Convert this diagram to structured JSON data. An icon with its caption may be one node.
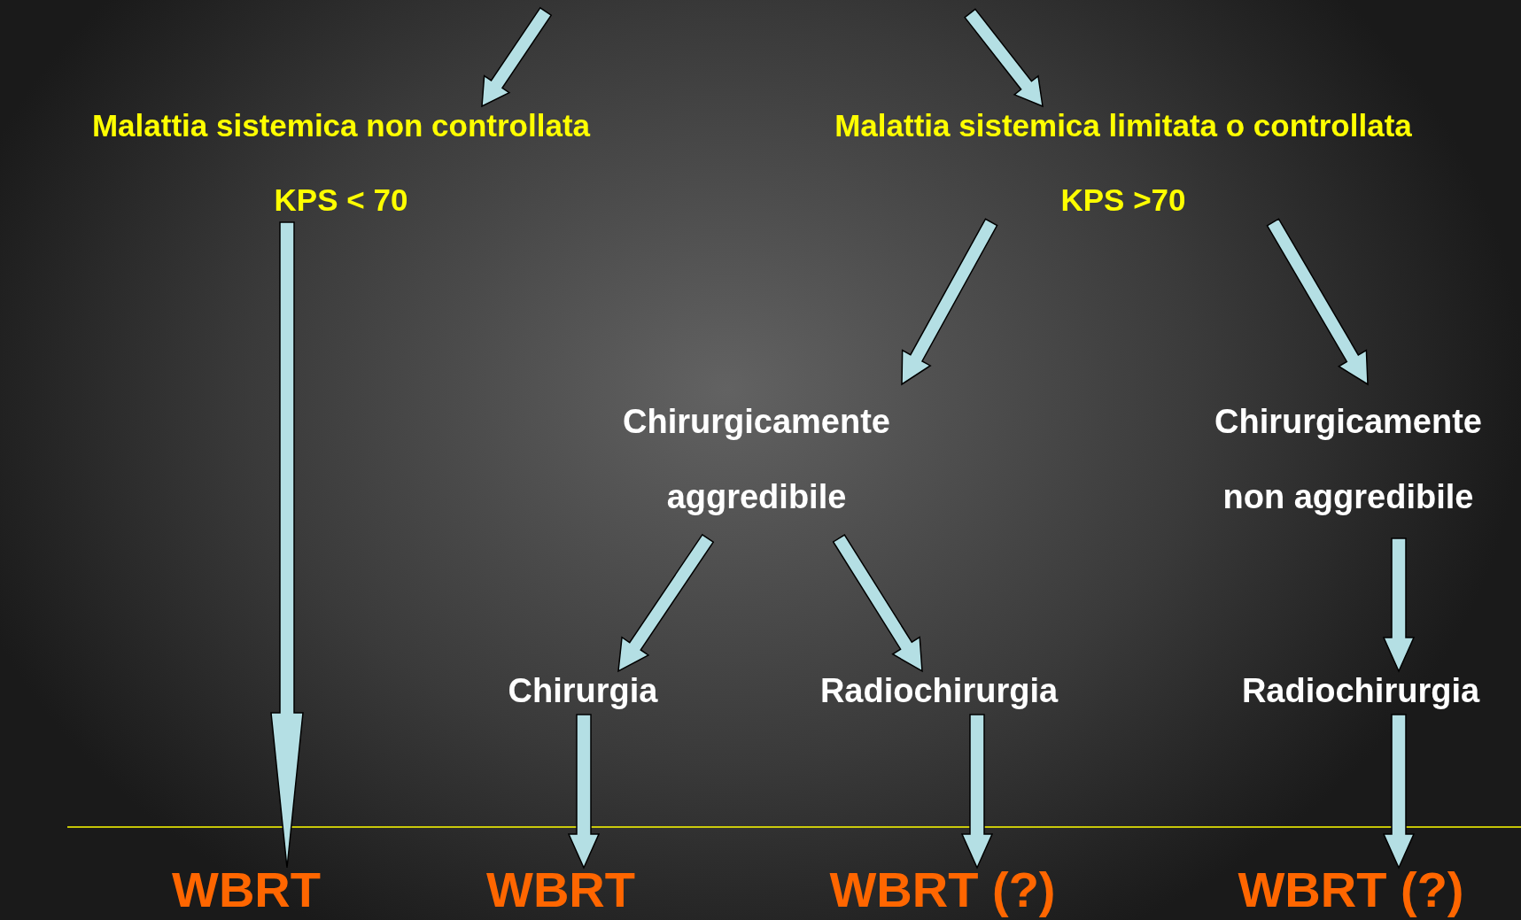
{
  "diagram": {
    "nodes": [
      {
        "text": [
          "Malattia sistemica non controllata",
          "KPS < 70"
        ]
      },
      {
        "text": [
          "Malattia sistemica limitata o controllata",
          "KPS >70"
        ]
      },
      {
        "text": [
          "Chirurgicamente aggredibile"
        ]
      },
      {
        "text": [
          "Chirurgicamente non aggredibile"
        ]
      },
      {
        "text": [
          "Chirurgia"
        ]
      },
      {
        "text": [
          "Radiochirurgia"
        ]
      },
      {
        "text": [
          "Radiochirurgia"
        ]
      },
      {
        "text": [
          "WBRT"
        ]
      },
      {
        "text": [
          "WBRT"
        ]
      },
      {
        "text": [
          "WBRT (?)"
        ]
      },
      {
        "text": [
          "WBRT (?)"
        ]
      }
    ],
    "edges": [
      {
        "from": null,
        "to": 0,
        "arrow": "to"
      },
      {
        "from": null,
        "to": 1,
        "arrow": "to"
      },
      {
        "from": 0,
        "to": 7,
        "arrow": "to"
      },
      {
        "from": 1,
        "to": 2,
        "arrow": "to"
      },
      {
        "from": 1,
        "to": 3,
        "arrow": "to"
      },
      {
        "from": 2,
        "to": 4,
        "arrow": "to"
      },
      {
        "from": 2,
        "to": 5,
        "arrow": "to"
      },
      {
        "from": 3,
        "to": 6,
        "arrow": "to"
      },
      {
        "from": 4,
        "to": 8,
        "arrow": "to"
      },
      {
        "from": 5,
        "to": 9,
        "arrow": "to"
      },
      {
        "from": 6,
        "to": 10,
        "arrow": "to"
      }
    ]
  }
}
